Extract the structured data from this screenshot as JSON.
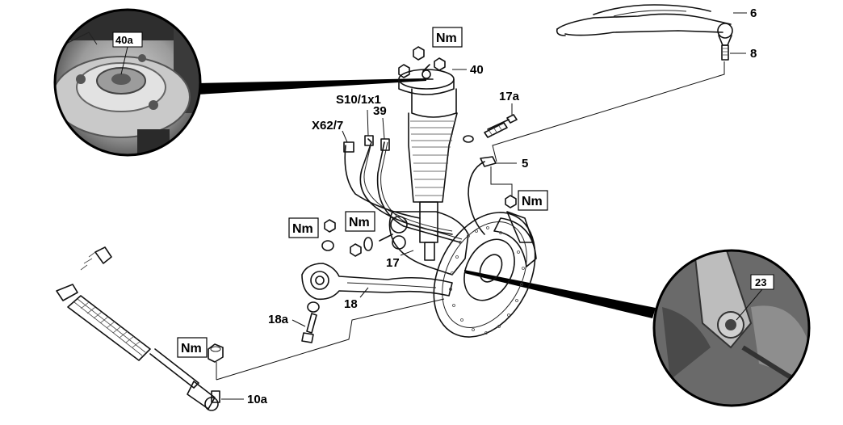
{
  "labels": {
    "p40a": "40a",
    "p40": "40",
    "p6": "6",
    "p8": "8",
    "p17a": "17a",
    "s10": "S10/1x1",
    "p39": "39",
    "x62": "X62/7",
    "p5": "5",
    "p17": "17",
    "p18": "18",
    "p18a": "18a",
    "p10a": "10a",
    "p23": "23"
  },
  "torque_badges": {
    "top": "Nm",
    "right": "Nm",
    "left_a": "Nm",
    "left_b": "Nm",
    "bottom": "Nm"
  },
  "icons": {
    "inset_top_left": "strut-mount-photo-icon",
    "inset_bottom_right": "control-arm-bushing-photo-icon"
  }
}
